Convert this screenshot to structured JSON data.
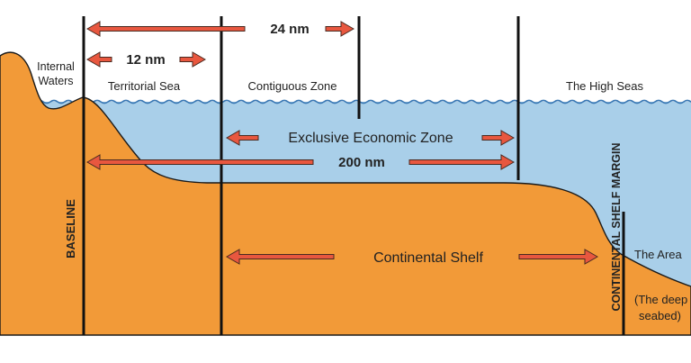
{
  "labels": {
    "internal_waters_line1": "Internal",
    "internal_waters_line2": "Waters",
    "territorial_sea": "Territorial Sea",
    "contiguous_zone": "Contiguous Zone",
    "high_seas": "The High Seas",
    "eez": "Exclusive Economic Zone",
    "continental_shelf": "Continental Shelf",
    "baseline": "BASELINE",
    "shelf_margin": "CONTINENTAL SHELF MARGIN",
    "the_area": "The Area",
    "deep_seabed_line1": "(The deep",
    "deep_seabed_line2": "seabed)"
  },
  "distances": {
    "nm24": "24 nm",
    "nm12": "12 nm",
    "nm200": "200 nm"
  },
  "colors": {
    "land": "#f29a38",
    "sea": "#a9cfe9",
    "wave": "#3a78b4",
    "arrow_fill": "#e8573f",
    "arrow_stroke": "#4a2a20",
    "line": "#111111"
  }
}
